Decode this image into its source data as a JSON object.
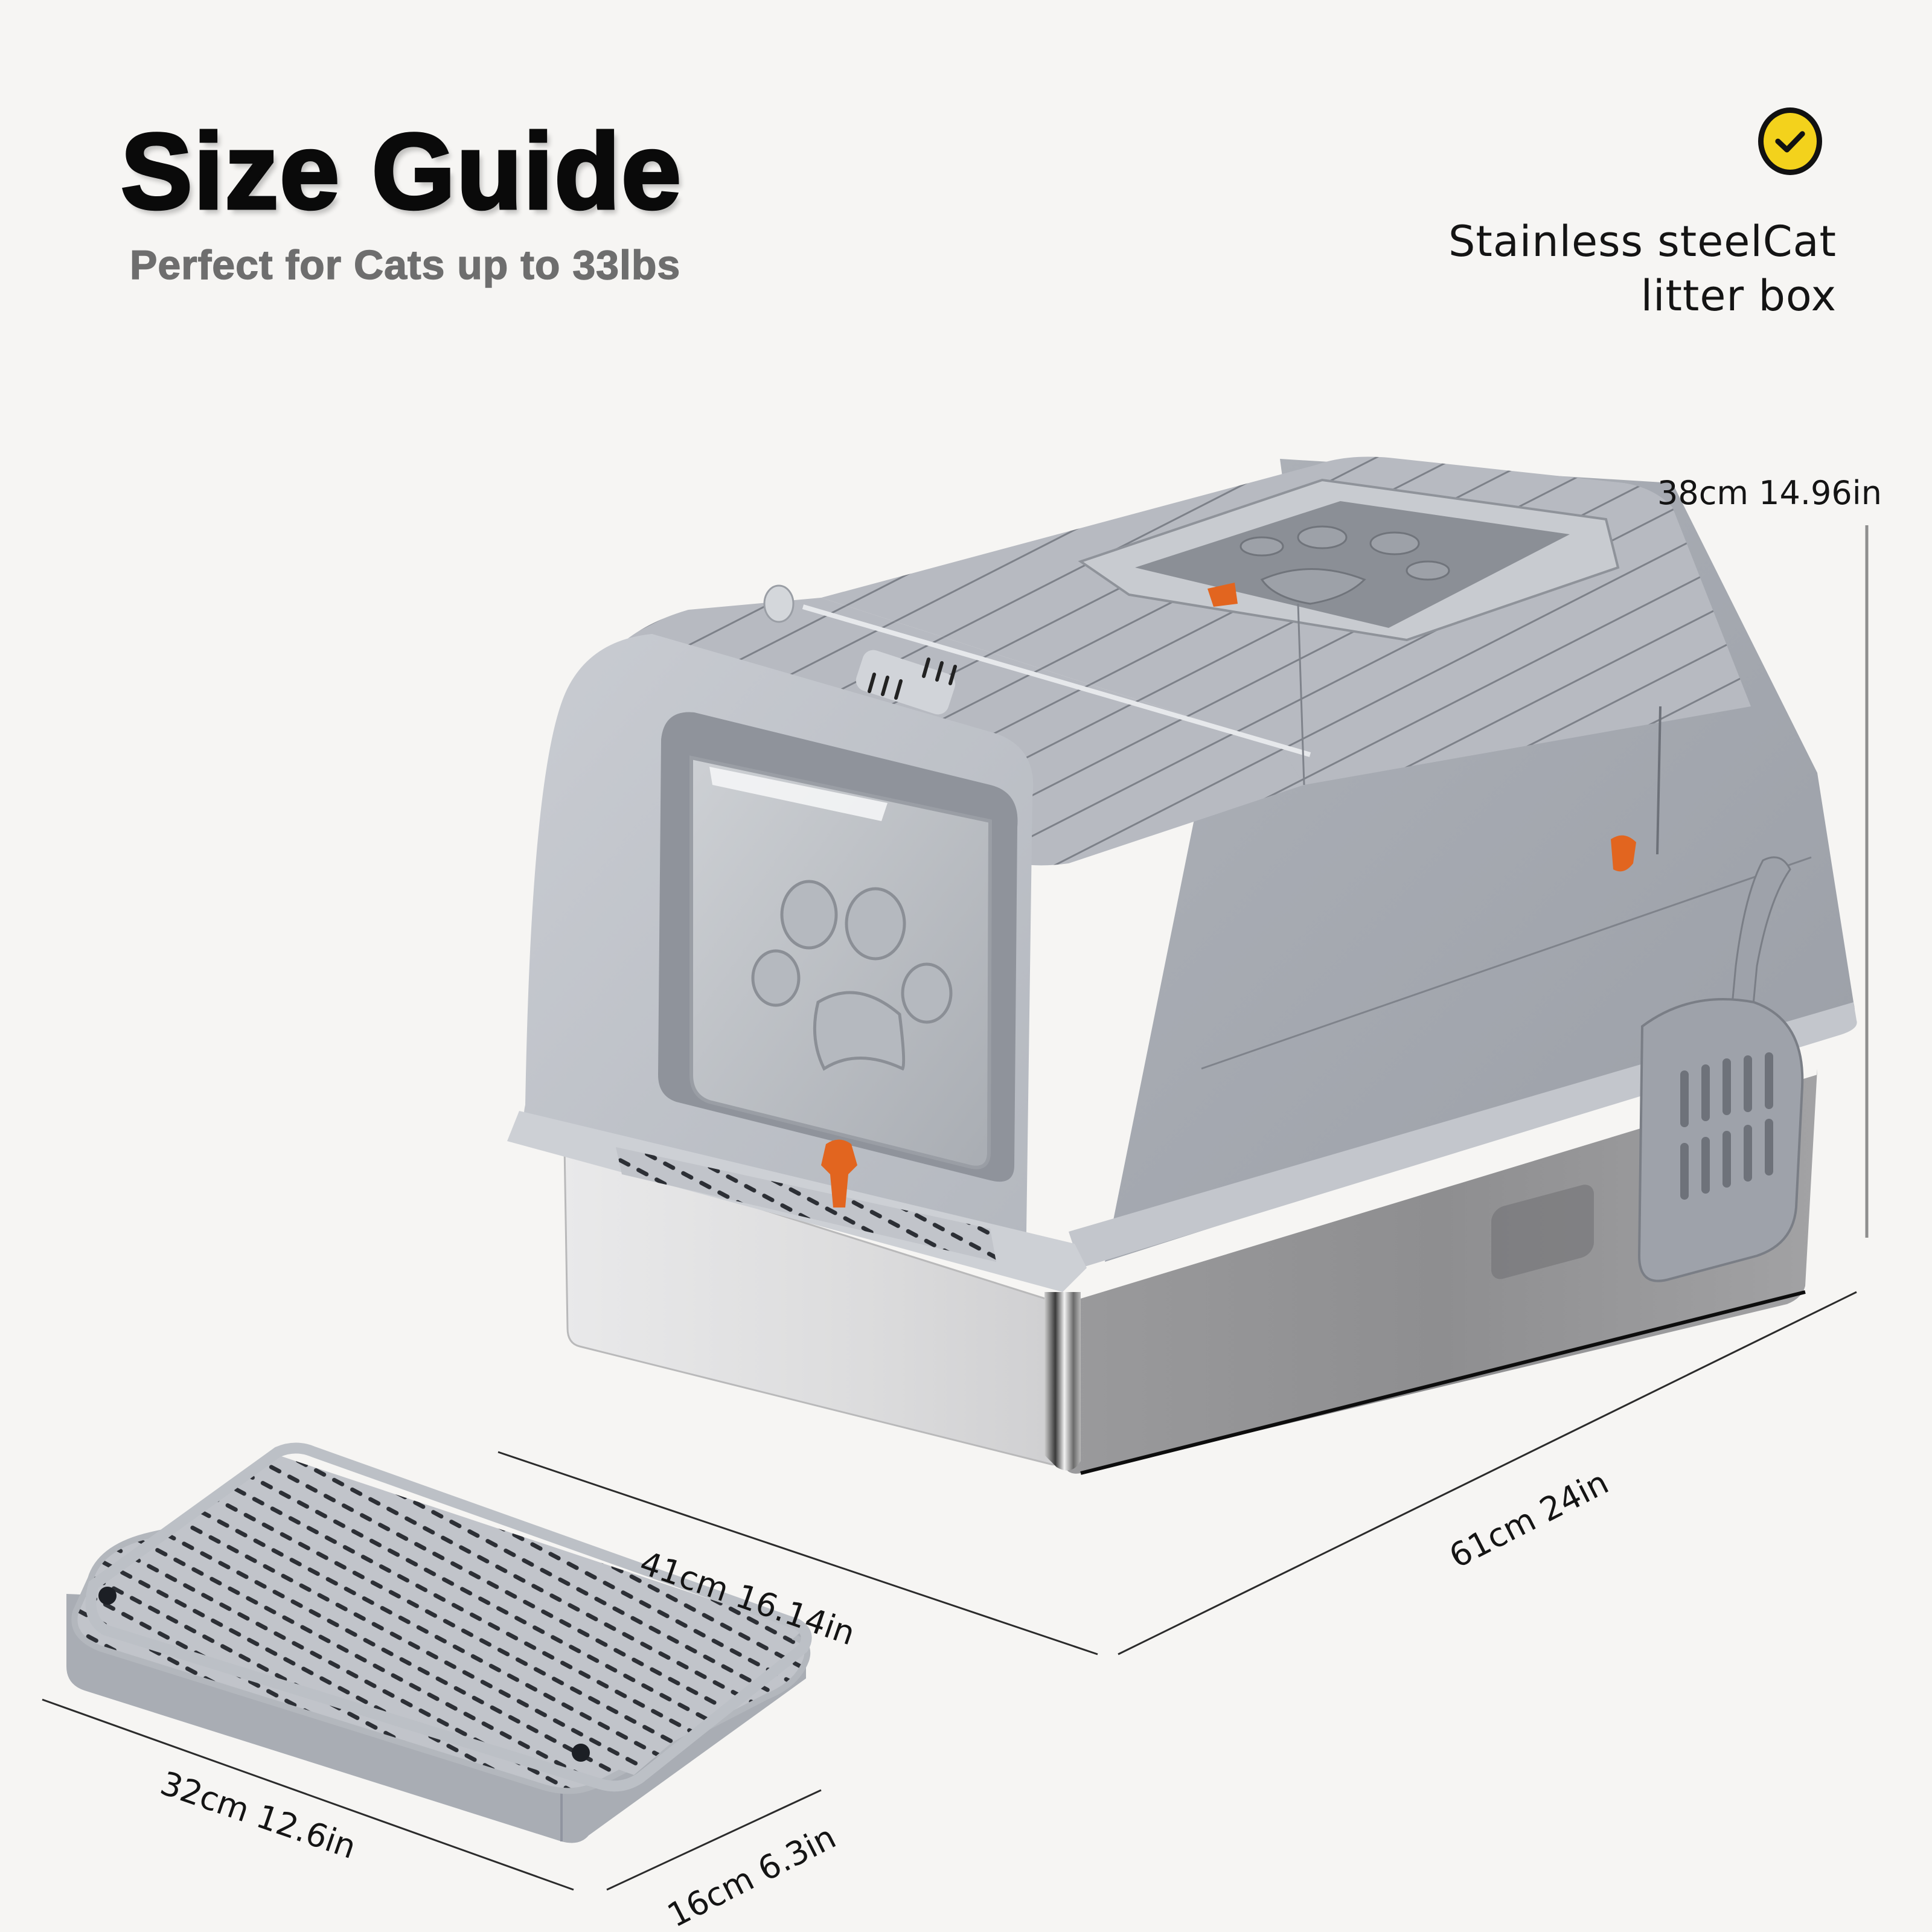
{
  "header": {
    "title": "Size Guide",
    "subtitle": "Perfect for Cats up to 33lbs"
  },
  "feature": {
    "icon": "check-circle-icon",
    "line1": "Stainless steelCat",
    "line2": "litter box"
  },
  "colors": {
    "background": "#f6f5f3",
    "body_gray": "#a7abb3",
    "body_light": "#c5c8ce",
    "steel": "#d9d9da",
    "steel_dark": "#8d8d8f",
    "latch_orange": "#e2651f",
    "badge_yellow": "#f3d21c",
    "text": "#141414",
    "subtitle": "#6e6e6e"
  },
  "dimensions": {
    "height": "38cm 14.96in",
    "width": "41cm 16.14in",
    "length": "61cm 24in",
    "mat_length": "32cm 12.6in",
    "mat_width": "16cm 6.3in"
  },
  "product": {
    "main": "covered-litter-box",
    "accessories": [
      "litter-scoop",
      "litter-mat-step"
    ]
  }
}
